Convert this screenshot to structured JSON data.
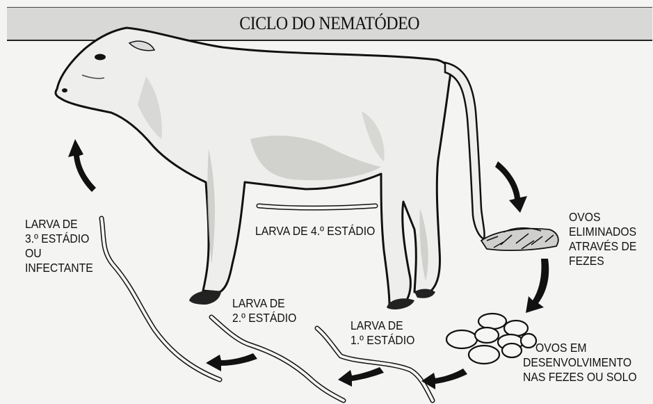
{
  "title": "CICLO DO NEMATÓDEO",
  "labels": {
    "larva_4": "LARVA DE 4.º ESTÁDIO",
    "larva_3": [
      "LARVA DE",
      "3.º ESTÁDIO",
      "OU",
      "INFECTANTE"
    ],
    "larva_2": [
      "LARVA DE",
      "2.º ESTÁDIO"
    ],
    "larva_1": [
      "LARVA DE",
      "1.º ESTÁDIO"
    ],
    "ovos_eliminados": [
      "OVOS",
      "ELIMINADOS",
      "ATRAVÉS DE",
      "FEZES"
    ],
    "ovos_desenvolvimento": [
      "OVOS EM",
      "DESENVOLVIMENTO",
      "NAS FEZES OU SOLO"
    ]
  }
}
